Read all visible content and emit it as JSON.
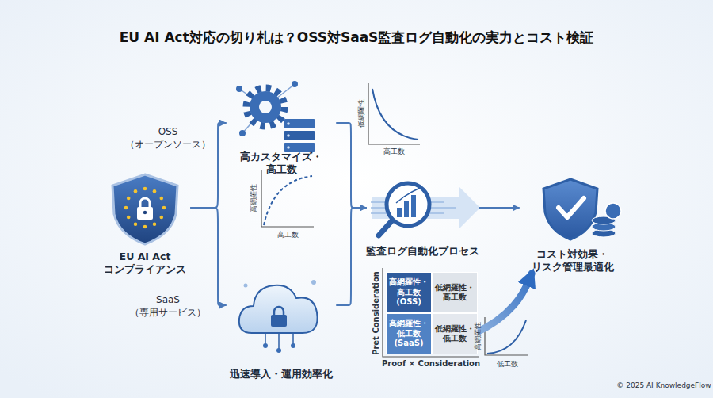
{
  "diagram": {
    "title": "EU AI Act対応の切り札は？OSS対SaaS監査ログ自動化の実力とコスト検証",
    "nodes": [
      {
        "text": [
          "EU AI Act コンプライアンス"
        ]
      },
      {
        "text": [
          "高カスタマイズ・高工数"
        ]
      },
      {
        "text": [
          "迅速導入・運用効率化"
        ]
      },
      {
        "text": [
          "監査ログ自動化プロセス"
        ]
      },
      {
        "text": [
          "コスト対効果・ リスク管理最適化"
        ]
      },
      {
        "text": [
          "高網羅性・ 高工数 (OSS)"
        ]
      },
      {
        "text": [
          "低網羅性・ 高工数"
        ]
      },
      {
        "text": [
          "高網羅性・ 低工数 (SaaS)"
        ]
      },
      {
        "text": [
          "低網羅性・ 低工数"
        ]
      }
    ],
    "edges": [
      {
        "from": 0,
        "to": 1,
        "arrow": "to",
        "label": "OSS （オープンソース）"
      },
      {
        "from": 0,
        "to": 2,
        "arrow": "to",
        "label": "SaaS （専用サービス）"
      },
      {
        "from": 1,
        "to": 3,
        "arrow": "to"
      },
      {
        "from": 2,
        "to": 3,
        "arrow": "to"
      },
      {
        "from": 3,
        "to": 4,
        "arrow": "to"
      },
      {
        "from": 7,
        "to": 4,
        "arrow": "to"
      }
    ],
    "labels": [
      "低網羅性",
      "高工数",
      "高網羅性",
      "高工数",
      "Pret Consideration",
      "Proof × Consideration",
      "高網羅性",
      "低工数",
      "© 2025 AI KnowledgeFlow"
    ]
  }
}
